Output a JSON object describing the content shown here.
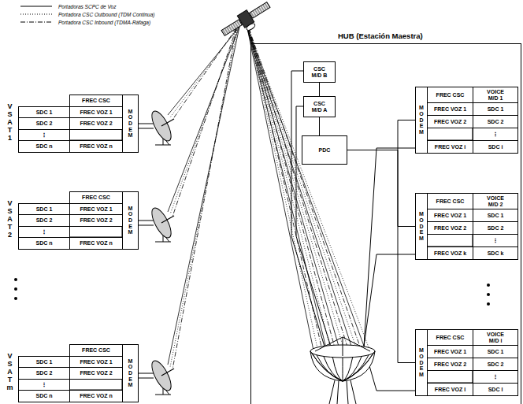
{
  "diagram": {
    "nodes": [
      {
        "text": [
          "FREC CSC"
        ]
      },
      {
        "text": [
          "SDC 1"
        ]
      },
      {
        "text": [
          "FREC VOZ 1"
        ]
      },
      {
        "text": [
          "SDC 2"
        ]
      },
      {
        "text": [
          "FREC VOZ 2"
        ]
      },
      {
        "text": [
          "⋮"
        ]
      },
      {
        "text": [
          "SDC n"
        ]
      },
      {
        "text": [
          "FREC VOZ n"
        ]
      },
      {
        "text": [
          "MODEM"
        ]
      },
      {
        "text": [
          "FREC CSC"
        ]
      },
      {
        "text": [
          "SDC 1"
        ]
      },
      {
        "text": [
          "FREC VOZ 1"
        ]
      },
      {
        "text": [
          "SDC 2"
        ]
      },
      {
        "text": [
          "FREC VOZ 2"
        ]
      },
      {
        "text": [
          "⋮"
        ]
      },
      {
        "text": [
          "SDC n"
        ]
      },
      {
        "text": [
          "FREC VOZ n"
        ]
      },
      {
        "text": [
          "MODEM"
        ]
      },
      {
        "text": [
          "FREC CSC"
        ]
      },
      {
        "text": [
          "SDC 1"
        ]
      },
      {
        "text": [
          "FREC VOZ 1"
        ]
      },
      {
        "text": [
          "SDC 2"
        ]
      },
      {
        "text": [
          "FREC VOZ 2"
        ]
      },
      {
        "text": [
          "⋮"
        ]
      },
      {
        "text": [
          "SDC n"
        ]
      },
      {
        "text": [
          "FREC VOZ n"
        ]
      },
      {
        "text": [
          "MODEM"
        ]
      },
      {
        "text": [
          "HUB (Estación Maestra)"
        ]
      },
      {
        "text": [
          "CSC M/D B"
        ],
        "in": 27
      },
      {
        "text": [
          "CSC M/D A"
        ],
        "in": 27
      },
      {
        "text": [
          "PDC"
        ],
        "in": 27
      },
      {
        "text": [
          "MODEM"
        ],
        "in": 27
      },
      {
        "text": [
          "FREC CSC"
        ],
        "in": 27
      },
      {
        "text": [
          "VOICE M/D 1"
        ],
        "in": 27
      },
      {
        "text": [
          "FREC VOZ 1"
        ],
        "in": 27
      },
      {
        "text": [
          "SDC 1"
        ],
        "in": 27
      },
      {
        "text": [
          "FREC VOZ 2"
        ],
        "in": 27
      },
      {
        "text": [
          "SDC 2"
        ],
        "in": 27
      },
      {
        "text": [
          "⋮"
        ],
        "in": 27
      },
      {
        "text": [
          "FREC VOZ i"
        ],
        "in": 27
      },
      {
        "text": [
          "SDC i"
        ],
        "in": 27
      },
      {
        "text": [
          "MODEM"
        ],
        "in": 27
      },
      {
        "text": [
          "FREC CSC"
        ],
        "in": 27
      },
      {
        "text": [
          "VOICE M/D 2"
        ],
        "in": 27
      },
      {
        "text": [
          "FREC VOZ 1"
        ],
        "in": 27
      },
      {
        "text": [
          "SDC 1"
        ],
        "in": 27
      },
      {
        "text": [
          "FREC VOZ 2"
        ],
        "in": 27
      },
      {
        "text": [
          "SDC 2"
        ],
        "in": 27
      },
      {
        "text": [
          "⋮"
        ],
        "in": 27
      },
      {
        "text": [
          "FREC VOZ k"
        ],
        "in": 27
      },
      {
        "text": [
          "SDC k"
        ],
        "in": 27
      },
      {
        "text": [
          "MODEM"
        ],
        "in": 27
      },
      {
        "text": [
          "FREC CSC"
        ],
        "in": 27
      },
      {
        "text": [
          "VOICE M/D i"
        ],
        "in": 27
      },
      {
        "text": [
          "FREC VOZ 1"
        ],
        "in": 27
      },
      {
        "text": [
          "SDC 1"
        ],
        "in": 27
      },
      {
        "text": [
          "FREC VOZ 2"
        ],
        "in": 27
      },
      {
        "text": [
          "SDC 2"
        ],
        "in": 27
      },
      {
        "text": [
          "⋮"
        ],
        "in": 27
      },
      {
        "text": [
          "FREC VOZ l"
        ],
        "in": 27
      },
      {
        "text": [
          "SDC l"
        ],
        "in": 27
      }
    ],
    "edges": [
      {
        "from": 28,
        "to": 29,
        "arrow": "none"
      },
      {
        "from": 29,
        "to": 30,
        "arrow": "none"
      },
      {
        "from": 30,
        "to": 31,
        "arrow": "none"
      },
      {
        "from": 30,
        "to": 41,
        "arrow": "none"
      },
      {
        "from": 30,
        "to": 51,
        "arrow": "none"
      }
    ],
    "labels": [
      "VSAT 1",
      "VSAT 2",
      "VSAT m"
    ],
    "legend": [
      {
        "text": "Portadoras SCPC de Voz"
      },
      {
        "text": "Portadora CSC Outbound (TDM Continua)"
      },
      {
        "text": "Portadora CSC Inbound (TDMA-Ráfaga)"
      }
    ]
  }
}
